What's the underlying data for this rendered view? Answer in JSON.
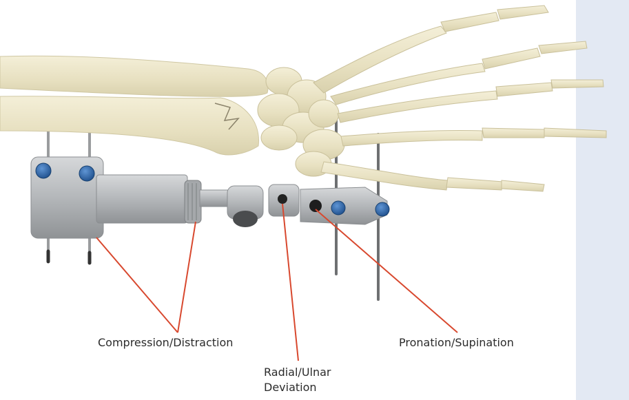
{
  "labels": {
    "compression": "Compression/Distraction",
    "radial_1": "Radial/Ulnar",
    "radial_2": "Deviation",
    "pronation": "Pronation/Supination"
  },
  "colors": {
    "side_panel": "#e3e9f3",
    "bone": "#ebe5c9",
    "metal": "#b9bbbd",
    "knob": "#2e67ad",
    "leader": "#d8482e"
  }
}
